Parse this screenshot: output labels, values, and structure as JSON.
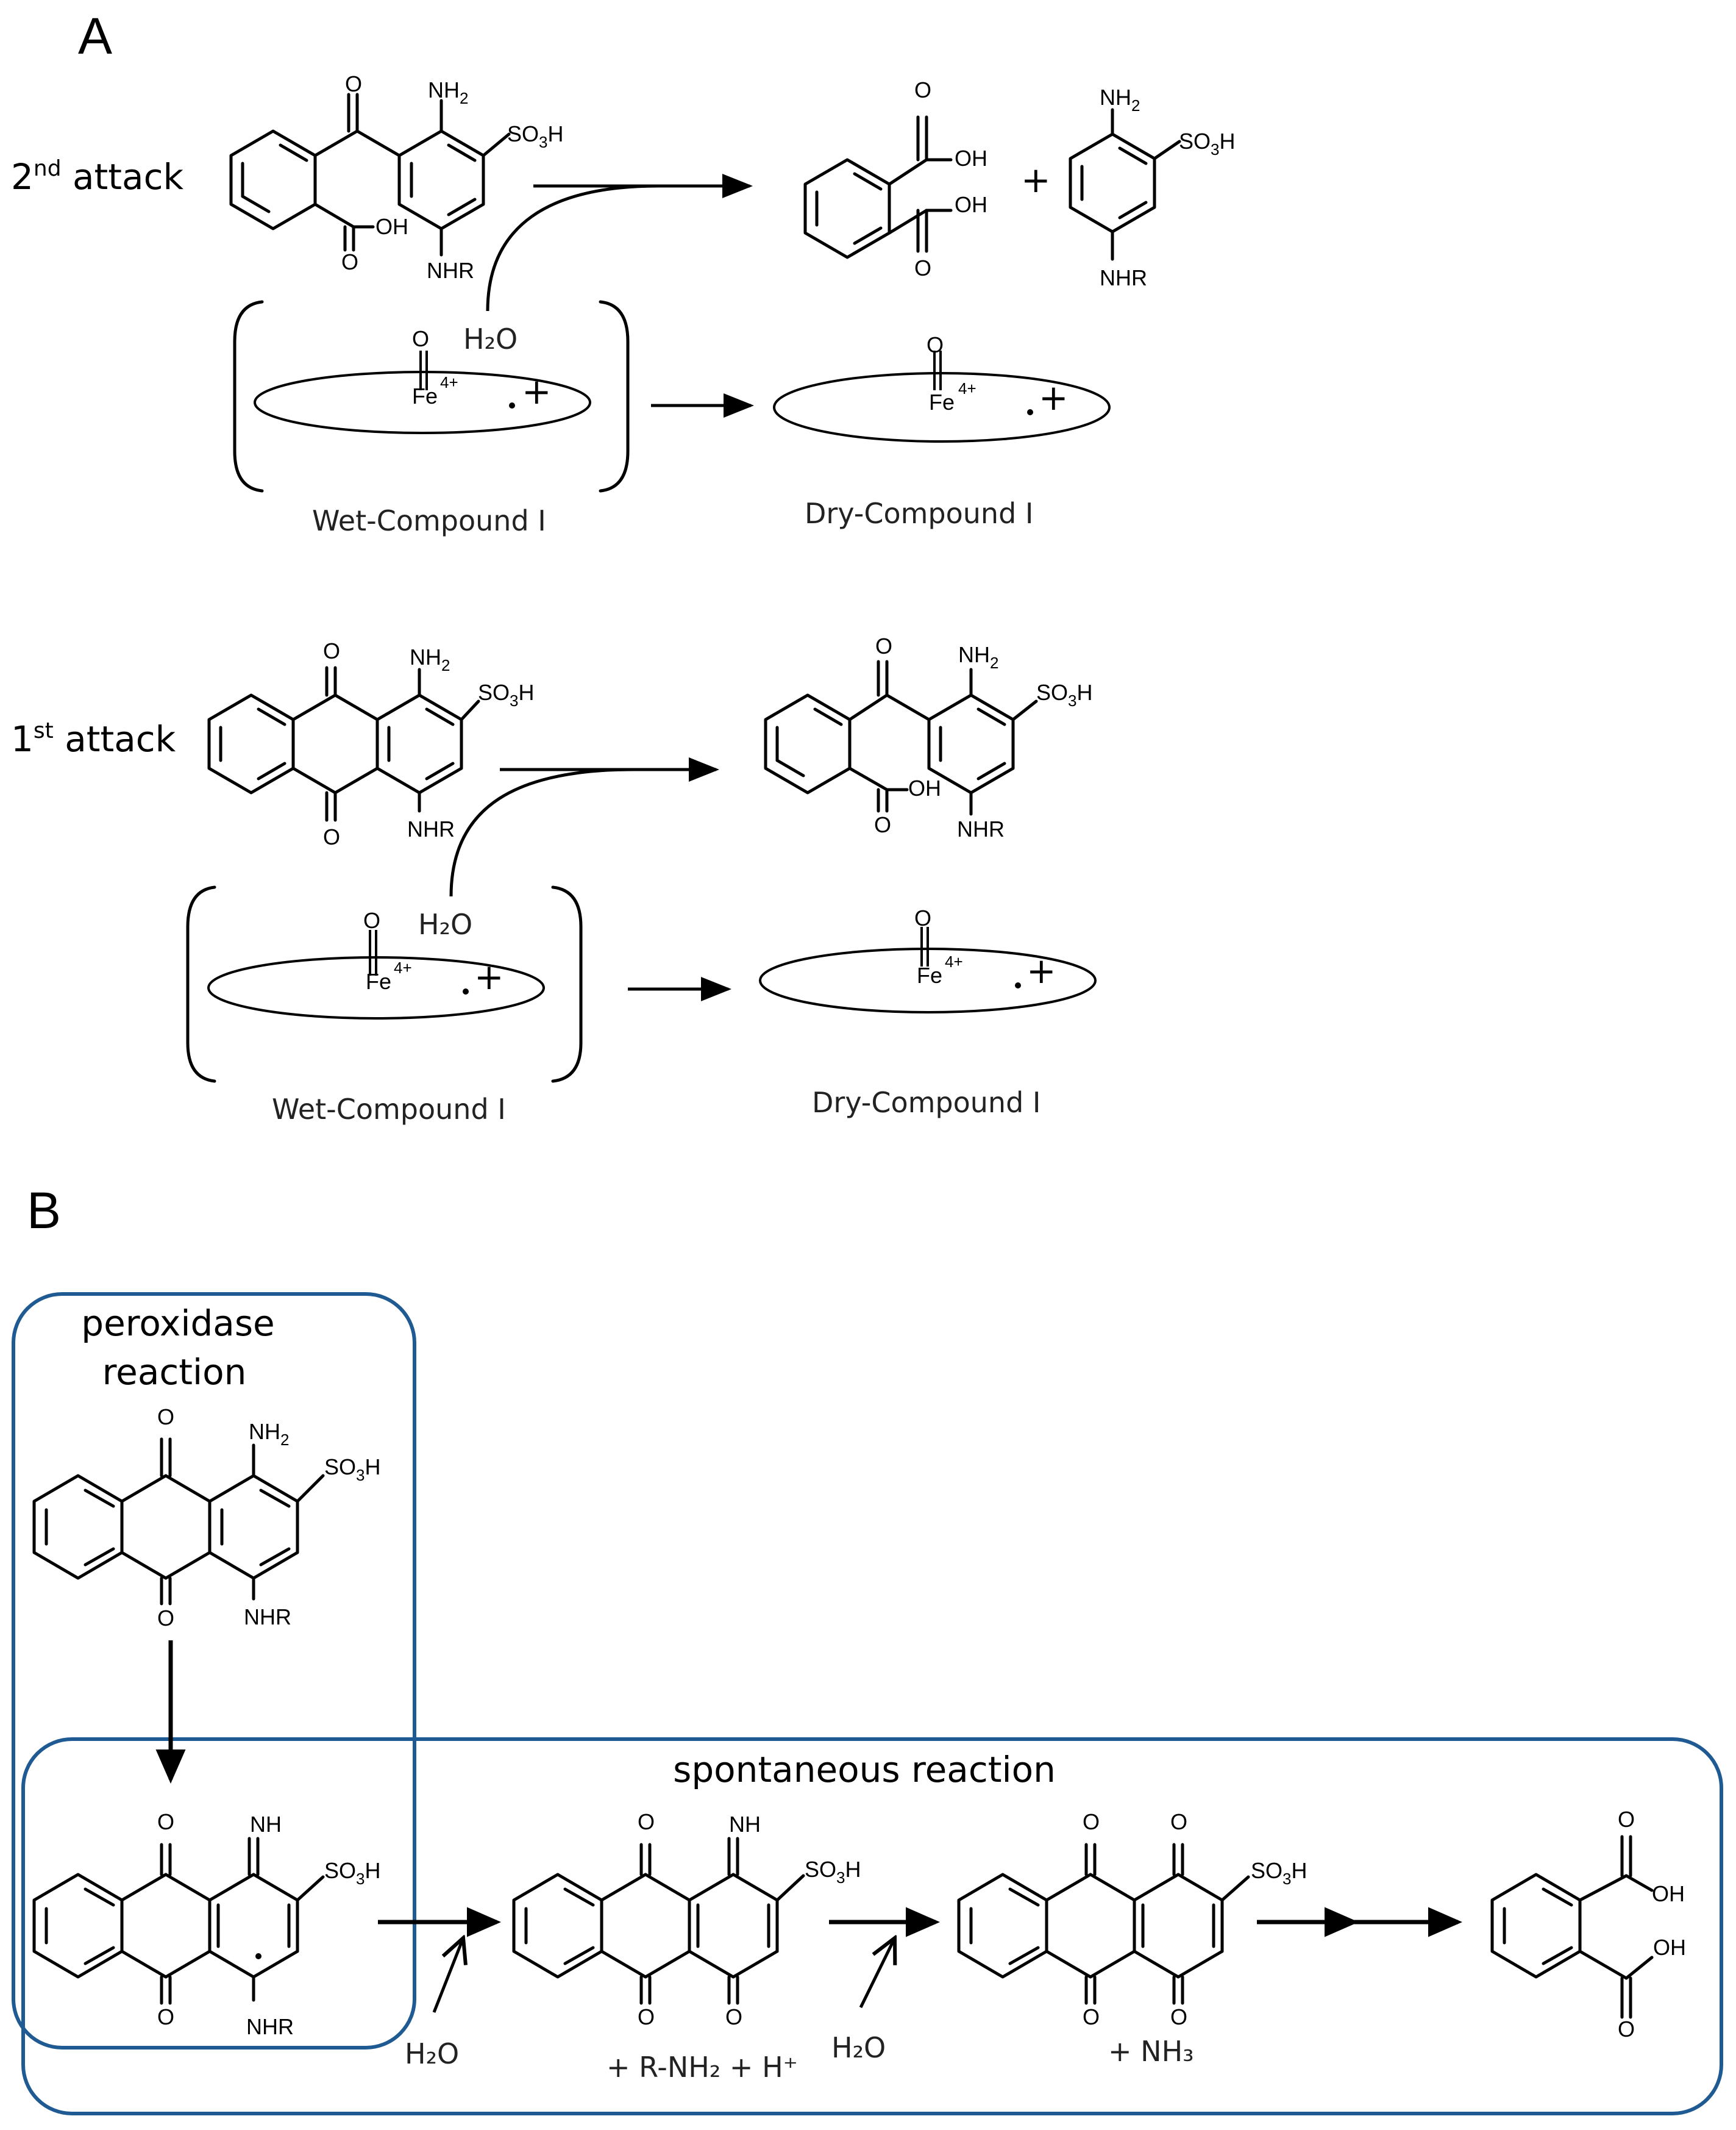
{
  "panels": {
    "a": "A",
    "b": "B"
  },
  "panel_a": {
    "second_attack": {
      "base": "2",
      "sup": "nd",
      "rest": " attack"
    },
    "first_attack": {
      "base": "1",
      "sup": "st",
      "rest": " attack"
    },
    "water": "H₂O",
    "wet_compound": "Wet-Compound I",
    "dry_compound": "Dry-Compound I",
    "iron": "Fe",
    "iron_charge": "4+",
    "oxo": "O",
    "radical_plus": "+",
    "plus": "+"
  },
  "panel_b": {
    "peroxidase_line1": "peroxidase",
    "peroxidase_line2": "reaction",
    "spontaneous": "spontaneous reaction",
    "water_1": "H₂O",
    "water_2": "H₂O",
    "byproduct_1": "+ R-NH₂ + H⁺",
    "byproduct_2": "+ NH₃"
  },
  "groups": {
    "nh2": "NH",
    "nh2_sub": "2",
    "so3h_a": "SO",
    "so3h_sub": "3",
    "so3h_b": "H",
    "nhr": "NHR",
    "nh": "NH",
    "oh": "OH",
    "o": "O"
  },
  "colors": {
    "box": "#1f5a92",
    "ink": "#000000"
  }
}
